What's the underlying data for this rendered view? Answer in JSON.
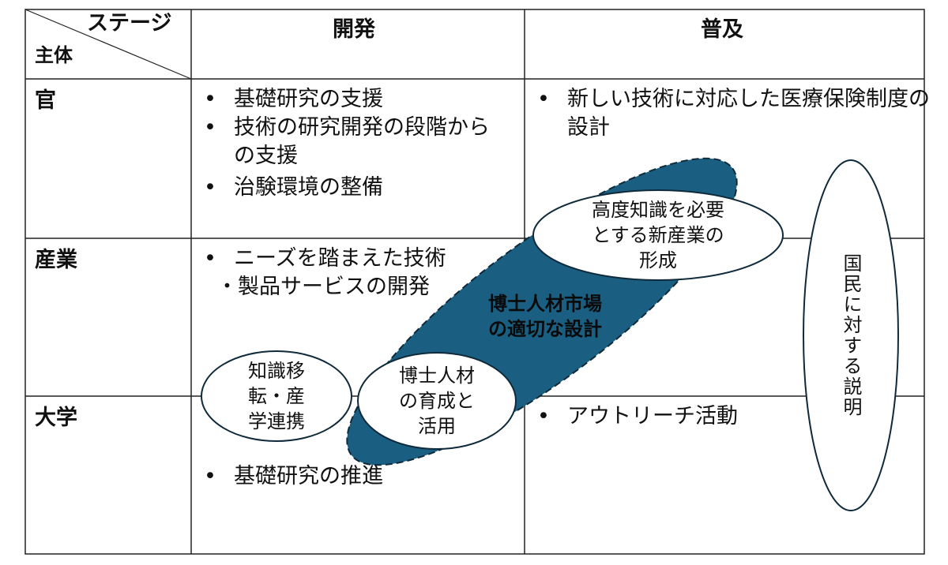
{
  "header": {
    "stage": "ステージ",
    "actor": "主体",
    "col1": "開発",
    "col2": "普及"
  },
  "rows": {
    "gov": "官",
    "industry": "産業",
    "university": "大学"
  },
  "cells": {
    "gov_dev": [
      "基礎研究の支援",
      "技術の研究開発の段階からの支援",
      "治験環境の整備"
    ],
    "gov_spread": [
      "新しい技術に対応した医療保険制度の設計"
    ],
    "ind_dev": [
      "ニーズを踏まえた技術"
    ],
    "ind_dev_sub": "・製品サービスの開発",
    "uni_dev": [
      "基礎研究の推進"
    ],
    "uni_spread": [
      "アウトリーチ活動"
    ]
  },
  "ellipses": {
    "market": "博士人材市場\nの適切な設計",
    "new_industry": "高度知識を必要\nとする新産業の\n形成",
    "phd": "博士人材\nの育成と\n活用",
    "transfer": "知識移\n転・産\n学連携",
    "public": "国民に対する説明"
  },
  "colors": {
    "market_fill": "#1a5f82"
  }
}
